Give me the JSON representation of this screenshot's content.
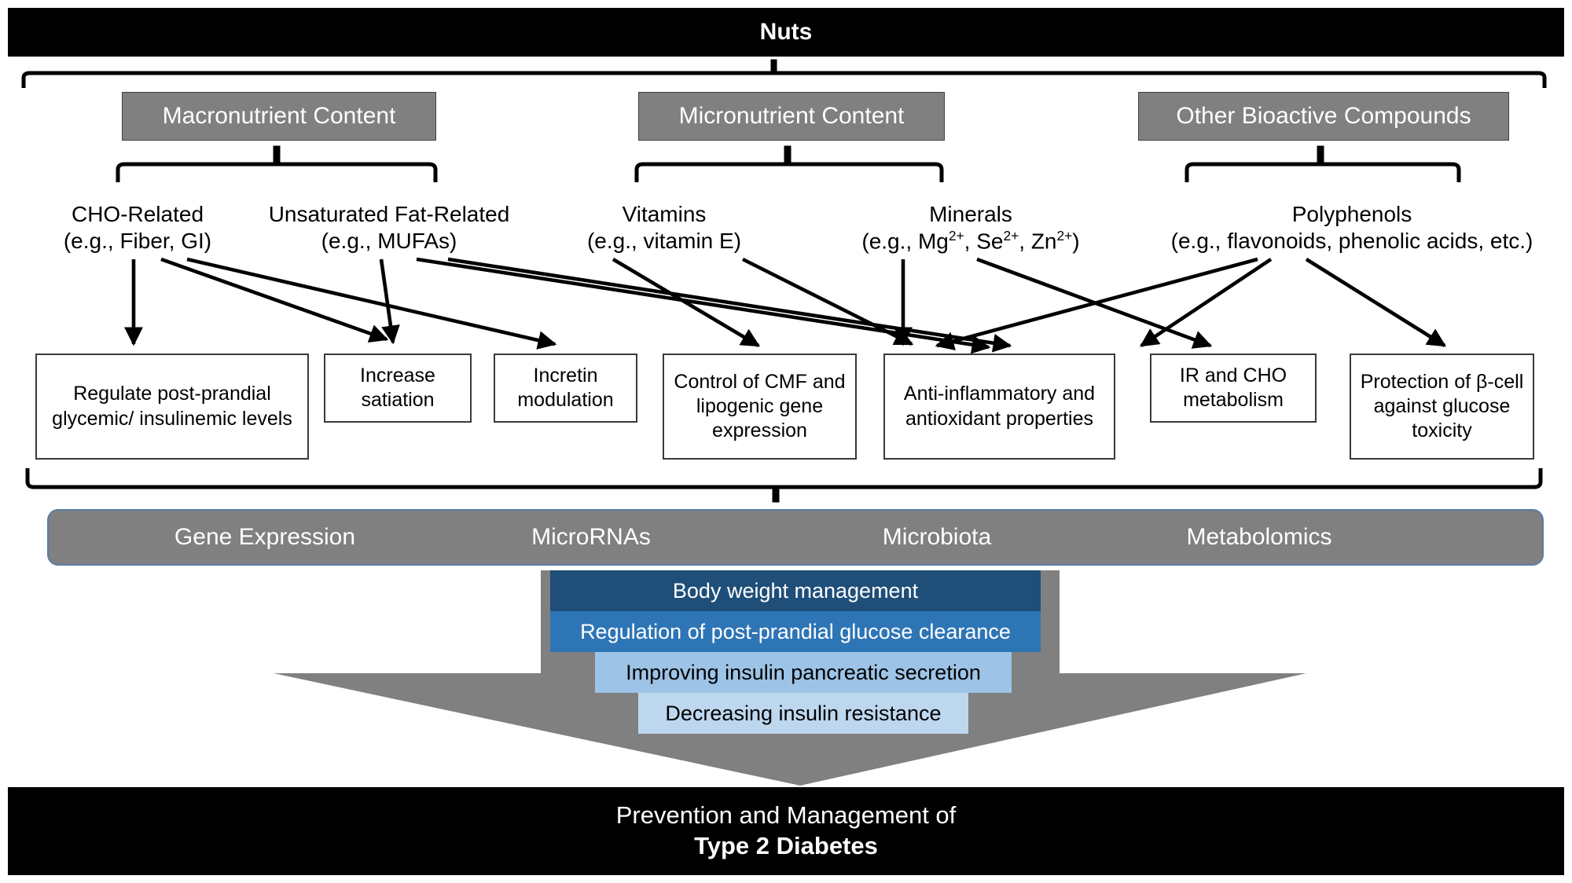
{
  "title": "Nuts",
  "bottom_banner": {
    "line1": "Prevention and Management of",
    "line2": "Type 2 Diabetes"
  },
  "categories": [
    {
      "label": "Macronutrient Content"
    },
    {
      "label": "Micronutrient Content"
    },
    {
      "label": "Other Bioactive Compounds"
    }
  ],
  "subcategories": [
    {
      "name": "CHO-Related",
      "example": "(e.g., Fiber, GI)"
    },
    {
      "name": "Unsaturated Fat-Related",
      "example": "(e.g., MUFAs)"
    },
    {
      "name": "Vitamins",
      "example": "(e.g., vitamin E)"
    },
    {
      "name": "Minerals",
      "example": "(e.g., Mg2+, Se2+, Zn2+)"
    },
    {
      "name": "Polyphenols",
      "example": "(e.g., flavonoids, phenolic acids, etc.)"
    }
  ],
  "outcomes": [
    {
      "text": "Regulate post-prandial glycemic/ insulinemic levels"
    },
    {
      "text": "Increase satiation"
    },
    {
      "text": "Incretin modulation"
    },
    {
      "text": "Control of CMF and lipogenic gene expression"
    },
    {
      "text": "Anti-inflammatory and antioxidant properties"
    },
    {
      "text": "IR and CHO metabolism"
    },
    {
      "text": "Protection of β-cell against glucose toxicity"
    }
  ],
  "omics": [
    "Gene Expression",
    "MicroRNAs",
    "Microbiota",
    "Metabolomics"
  ],
  "flow_bands": [
    {
      "label": "Body weight management",
      "color": "#1F4E79"
    },
    {
      "label": "Regulation of post-prandial glucose clearance",
      "color": "#2E75B6"
    },
    {
      "label": "Improving insulin pancreatic secretion",
      "color": "#9DC3E6"
    },
    {
      "label": "Decreasing insulin resistance",
      "color": "#BDD7EE"
    }
  ],
  "colors": {
    "banner": "#000000",
    "category_box": "#808080",
    "omics_bar": "#808080",
    "omics_border": "#5b7ca8",
    "funnel": "#808080",
    "outline": "#3a3a3a"
  }
}
